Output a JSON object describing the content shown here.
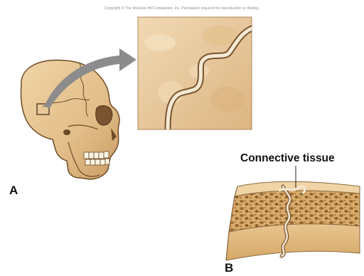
{
  "copyright": "Copyright © The McGraw-Hill Companies, Inc. Permission required for reproduction or display.",
  "labels": {
    "panel_a": "A",
    "panel_b": "B",
    "connective_tissue": "Connective tissue"
  },
  "colors": {
    "bone": "#e8c79a",
    "bone_light": "#f1d9b4",
    "bone_shadow": "#c99b63",
    "outline": "#6b4a26",
    "arrow": "#8c8c8c",
    "marrow": "#b07a3a"
  },
  "icons": {
    "arrow": "curved-arrow-icon"
  }
}
